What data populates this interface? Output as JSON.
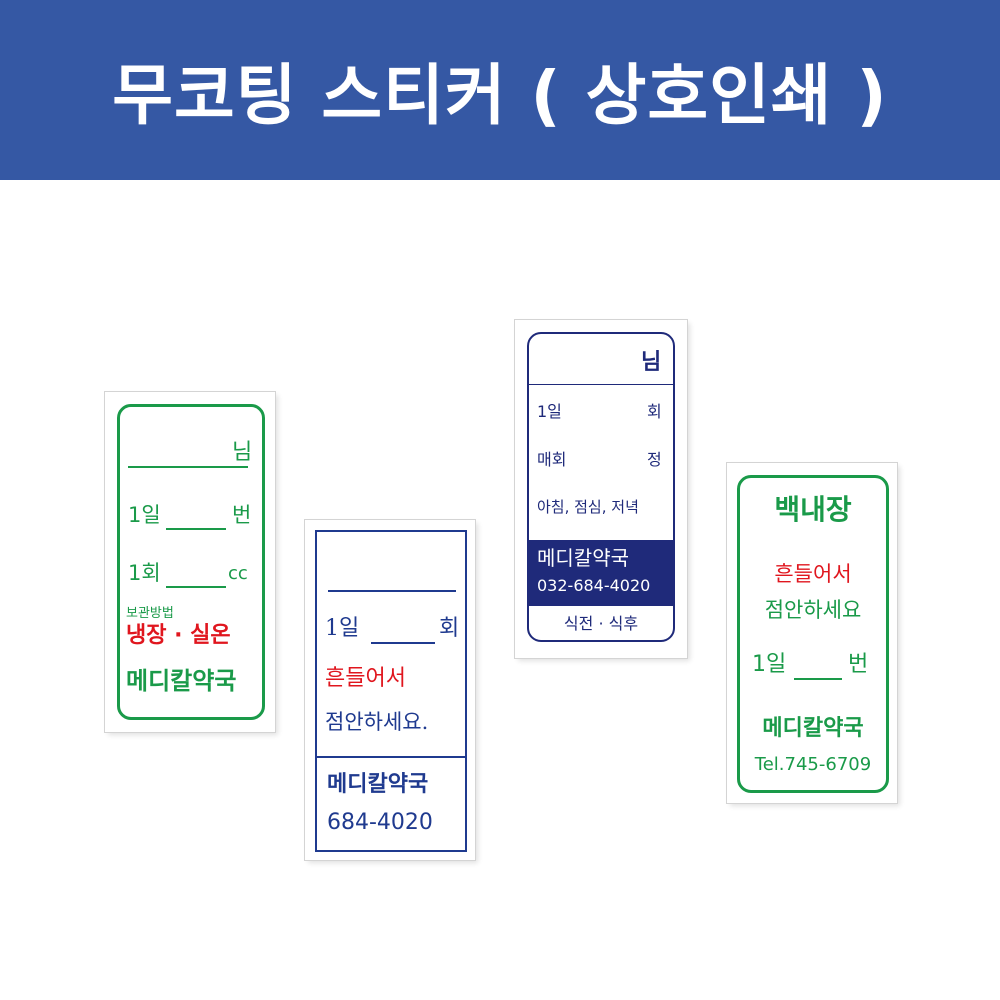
{
  "title": "무코팅 스티커 ( 상호인쇄 )",
  "colors": {
    "banner": "#3558a4",
    "green": "#1a9a49",
    "red": "#e0161e",
    "blue": "#1f3a8f",
    "navy": "#1f2a7a"
  },
  "sticker1": {
    "name_suffix": "님",
    "day_prefix": "1일",
    "day_suffix": "번",
    "dose_prefix": "1회",
    "dose_suffix": "cc",
    "storage_label": "보관방법",
    "storage_value": "냉장 · 실온",
    "pharmacy": "메디칼약국"
  },
  "sticker2": {
    "day_prefix": "1일",
    "day_suffix": "회",
    "shake_line1": "흔들어서",
    "shake_line2": "점안하세요.",
    "pharmacy": "메디칼약국",
    "phone": "684-4020"
  },
  "sticker3": {
    "name_suffix": "님",
    "day_prefix": "1일",
    "day_suffix": "회",
    "every_prefix": "매회",
    "every_suffix": "정",
    "times": "아침, 점심, 저녁",
    "pharmacy": "메디칼약국",
    "phone": "032-684-4020",
    "meal": "식전 · 식후"
  },
  "sticker4": {
    "drug": "백내장",
    "shake_line1": "흔들어서",
    "shake_line2": "점안하세요",
    "day_prefix": "1일",
    "day_suffix": "번",
    "pharmacy": "메디칼약국",
    "tel": "Tel.745-6709"
  }
}
